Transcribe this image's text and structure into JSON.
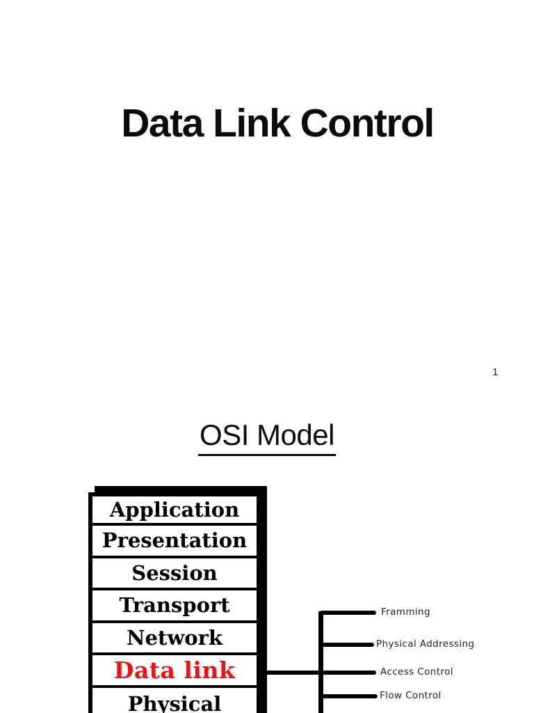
{
  "slide1": {
    "title": "Data Link Control",
    "page_number": "1"
  },
  "slide2": {
    "heading": "OSI Model",
    "osi_layers": [
      {
        "label": "Application"
      },
      {
        "label": "Presentation"
      },
      {
        "label": "Session"
      },
      {
        "label": "Transport"
      },
      {
        "label": "Network"
      },
      {
        "label": "Data link"
      },
      {
        "label": "Physical"
      }
    ],
    "data_link_functions": [
      {
        "label": "Framming"
      },
      {
        "label": "Physical Addressing"
      },
      {
        "label": "Access Control"
      },
      {
        "label": "Flow Control"
      }
    ],
    "colors": {
      "data_link_highlight": "#ee1111",
      "function_label_text": "#211e2e",
      "diagram_lines": "#000000"
    }
  }
}
